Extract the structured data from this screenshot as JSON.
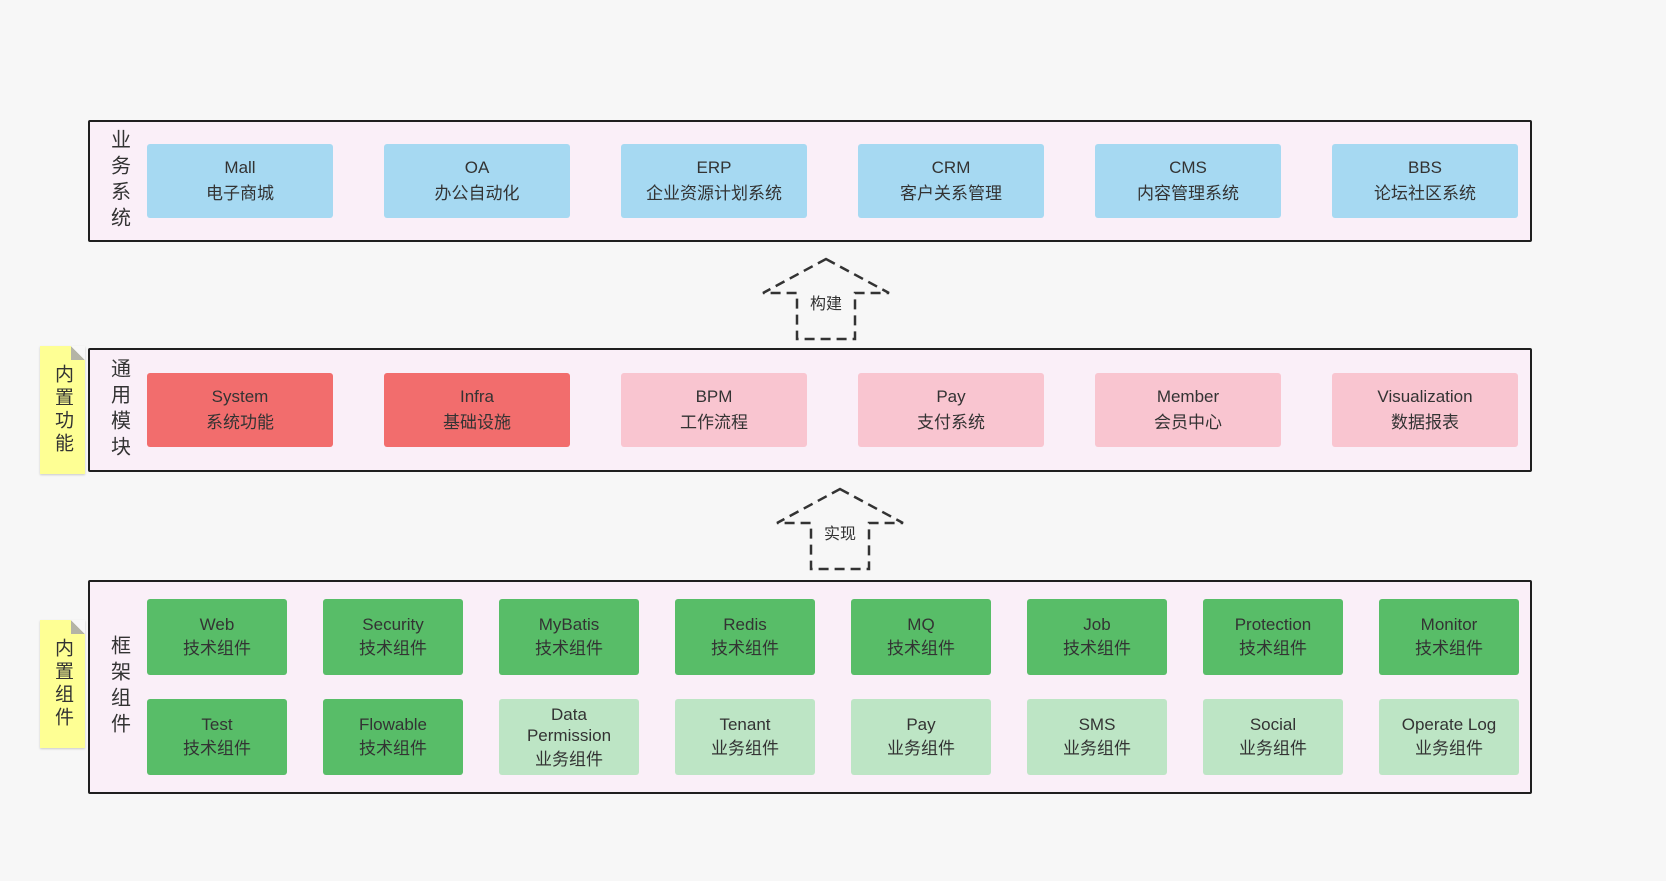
{
  "diagram": {
    "layers": [
      {
        "label": "业务系统",
        "sticky": null,
        "rows": [
          [
            {
              "title": "Mall",
              "subtitle": "电子商城",
              "color": "blue"
            },
            {
              "title": "OA",
              "subtitle": "办公自动化",
              "color": "blue"
            },
            {
              "title": "ERP",
              "subtitle": "企业资源计划系统",
              "color": "blue"
            },
            {
              "title": "CRM",
              "subtitle": "客户关系管理",
              "color": "blue"
            },
            {
              "title": "CMS",
              "subtitle": "内容管理系统",
              "color": "blue"
            },
            {
              "title": "BBS",
              "subtitle": "论坛社区系统",
              "color": "blue"
            }
          ]
        ]
      },
      {
        "label": "通用模块",
        "sticky": "内置功能",
        "rows": [
          [
            {
              "title": "System",
              "subtitle": "系统功能",
              "color": "red"
            },
            {
              "title": "Infra",
              "subtitle": "基础设施",
              "color": "red"
            },
            {
              "title": "BPM",
              "subtitle": "工作流程",
              "color": "pink"
            },
            {
              "title": "Pay",
              "subtitle": "支付系统",
              "color": "pink"
            },
            {
              "title": "Member",
              "subtitle": "会员中心",
              "color": "pink"
            },
            {
              "title": "Visualization",
              "subtitle": "数据报表",
              "color": "pink"
            }
          ]
        ]
      },
      {
        "label": "框架组件",
        "sticky": "内置组件",
        "rows": [
          [
            {
              "title": "Web",
              "subtitle": "技术组件",
              "color": "green"
            },
            {
              "title": "Security",
              "subtitle": "技术组件",
              "color": "green"
            },
            {
              "title": "MyBatis",
              "subtitle": "技术组件",
              "color": "green"
            },
            {
              "title": "Redis",
              "subtitle": "技术组件",
              "color": "green"
            },
            {
              "title": "MQ",
              "subtitle": "技术组件",
              "color": "green"
            },
            {
              "title": "Job",
              "subtitle": "技术组件",
              "color": "green"
            },
            {
              "title": "Protection",
              "subtitle": "技术组件",
              "color": "green"
            },
            {
              "title": "Monitor",
              "subtitle": "技术组件",
              "color": "green"
            }
          ],
          [
            {
              "title": "Test",
              "subtitle": "技术组件",
              "color": "green"
            },
            {
              "title": "Flowable",
              "subtitle": "技术组件",
              "color": "green"
            },
            {
              "title": "Data Permission",
              "subtitle": "业务组件",
              "color": "lightgreen"
            },
            {
              "title": "Tenant",
              "subtitle": "业务组件",
              "color": "lightgreen"
            },
            {
              "title": "Pay",
              "subtitle": "业务组件",
              "color": "lightgreen"
            },
            {
              "title": "SMS",
              "subtitle": "业务组件",
              "color": "lightgreen"
            },
            {
              "title": "Social",
              "subtitle": "业务组件",
              "color": "lightgreen"
            },
            {
              "title": "Operate Log",
              "subtitle": "业务组件",
              "color": "lightgreen"
            }
          ]
        ]
      }
    ],
    "arrows": [
      {
        "label": "构建"
      },
      {
        "label": "实现"
      }
    ],
    "colors": {
      "blue": "#a6d9f2",
      "red": "#f26d6d",
      "pink": "#f9c5d0",
      "green": "#58bd68",
      "lightgreen": "#bde5c5",
      "band_bg": "#faeff8",
      "band_border": "#1f1f1f",
      "sticky_bg": "#feff94",
      "sticky_fold": "#b4b4a6",
      "page_bg": "#f7f7f7",
      "text": "#333333"
    }
  }
}
